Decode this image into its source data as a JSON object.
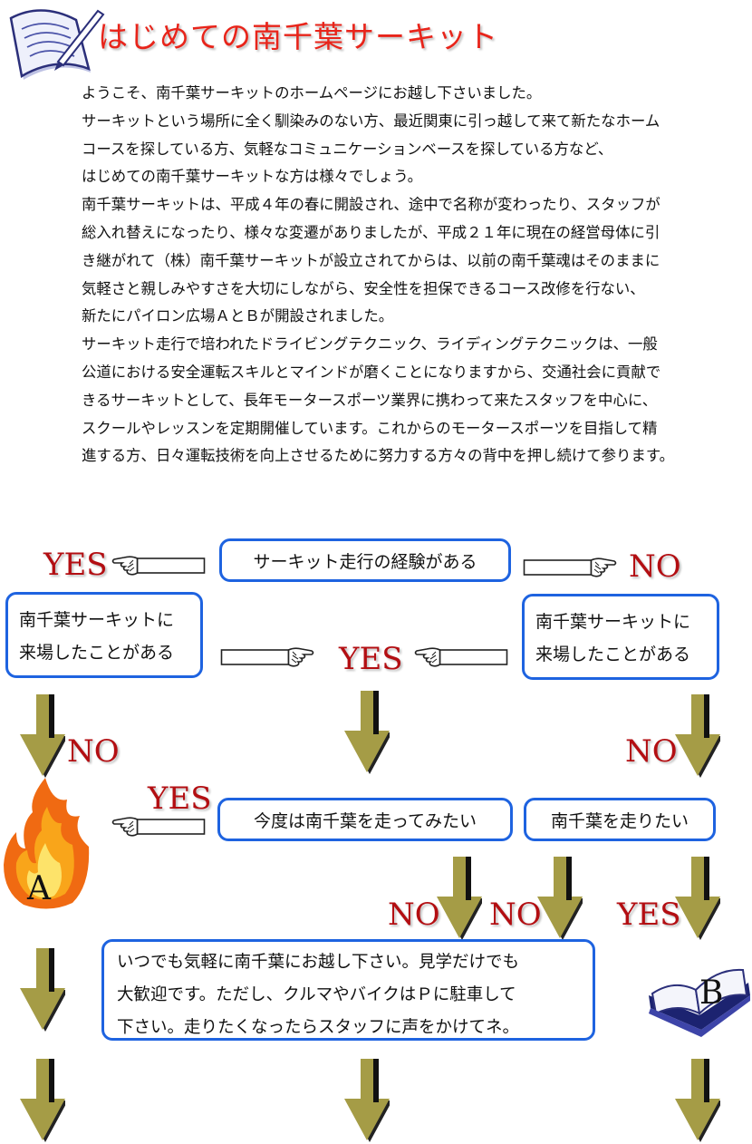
{
  "header": {
    "title": "はじめての南千葉サーキット",
    "icon": "document-pen-icon"
  },
  "intro": [
    "ようこそ、南千葉サーキットのホームページにお越し下さいました。",
    "サーキットという場所に全く馴染みのない方、最近関東に引っ越して来て新たなホーム",
    "コースを探している方、気軽なコミュニケーションベースを探している方など、",
    "はじめての南千葉サーキットな方は様々でしょう。",
    "南千葉サーキットは、平成４年の春に開設され、途中で名称が変わったり、スタッフが",
    "総入れ替えになったり、様々な変遷がありましたが、平成２１年に現在の経営母体に引",
    "き継がれて（株）南千葉サーキットが設立されてからは、以前の南千葉魂はそのままに",
    "気軽さと親しみやすさを大切にしながら、安全性を担保できるコース改修を行ない、",
    "新たにパイロン広場ＡとＢが開設されました。",
    "サーキット走行で培われたドライビングテクニック、ライディングテクニックは、一般",
    "公道における安全運転スキルとマインドが磨くことになりますから、交通社会に貢献で",
    "きるサーキットとして、長年モータースポーツ業界に携わって来たスタッフを中心に、",
    "スクールやレッスンを定期開催しています。これからのモータースポーツを目指して精",
    "進する方、日々運転技術を向上させるために努力する方々の背中を押し続けて参ります。"
  ],
  "flow": {
    "q_experience": "サーキット走行の経験がある",
    "q_visited_left": [
      "南千葉サーキットに",
      "来場したことがある"
    ],
    "q_visited_right": [
      "南千葉サーキットに",
      "来場したことがある"
    ],
    "q_want_try": "今度は南千葉を走ってみたい",
    "q_want_run": "南千葉を走りたい",
    "message": [
      "いつでも気軽に南千葉にお越し下さい。見学だけでも",
      "大歓迎です。ただし、クルマやバイクはＰに駐車して",
      "下さい。走りたくなったらスタッフに声をかけてネ。"
    ],
    "labels": {
      "yes": "YES",
      "no": "NO"
    },
    "result_a": "A",
    "result_b": "B"
  },
  "colors": {
    "title": "#e8241a",
    "box_border": "#1e63e0",
    "label": "#b30e12",
    "arrow": "#a59c46"
  }
}
